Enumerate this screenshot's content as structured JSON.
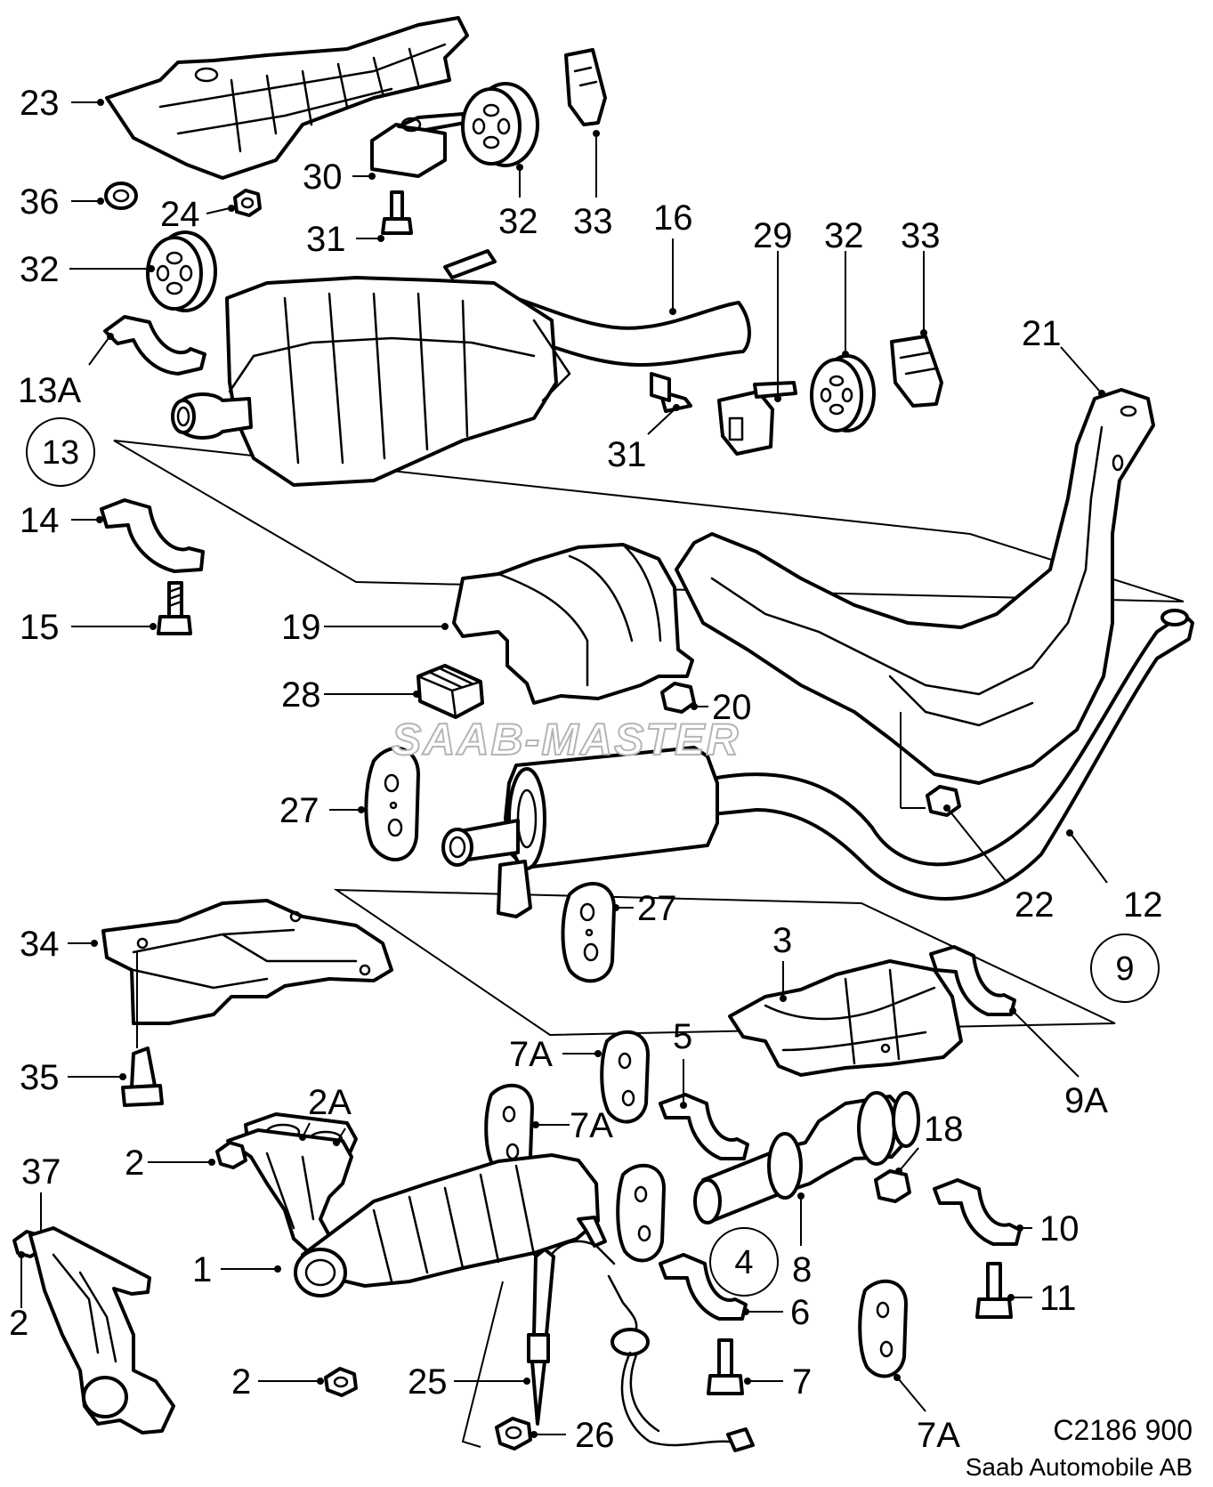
{
  "diagram": {
    "watermark": "SAAB-MASTER",
    "drawing_code": "C2186 900",
    "copyright": "Saab Automobile AB",
    "callouts": [
      {
        "id": "23",
        "text": "23"
      },
      {
        "id": "36",
        "text": "36"
      },
      {
        "id": "24",
        "text": "24"
      },
      {
        "id": "30",
        "text": "30"
      },
      {
        "id": "31a",
        "text": "31"
      },
      {
        "id": "32a",
        "text": "32"
      },
      {
        "id": "33a",
        "text": "33"
      },
      {
        "id": "16",
        "text": "16"
      },
      {
        "id": "32b",
        "text": "32"
      },
      {
        "id": "13A",
        "text": "13A"
      },
      {
        "id": "29",
        "text": "29"
      },
      {
        "id": "32c",
        "text": "32"
      },
      {
        "id": "33b",
        "text": "33"
      },
      {
        "id": "21",
        "text": "21"
      },
      {
        "id": "31b",
        "text": "31"
      },
      {
        "id": "14",
        "text": "14"
      },
      {
        "id": "15",
        "text": "15"
      },
      {
        "id": "19",
        "text": "19"
      },
      {
        "id": "28",
        "text": "28"
      },
      {
        "id": "20",
        "text": "20"
      },
      {
        "id": "27a",
        "text": "27"
      },
      {
        "id": "27b",
        "text": "27"
      },
      {
        "id": "22",
        "text": "22"
      },
      {
        "id": "12",
        "text": "12"
      },
      {
        "id": "34",
        "text": "34"
      },
      {
        "id": "3",
        "text": "3"
      },
      {
        "id": "35",
        "text": "35"
      },
      {
        "id": "7Aa",
        "text": "7A"
      },
      {
        "id": "5",
        "text": "5"
      },
      {
        "id": "9A",
        "text": "9A"
      },
      {
        "id": "2A",
        "text": "2A"
      },
      {
        "id": "7Ab",
        "text": "7A"
      },
      {
        "id": "2a",
        "text": "2"
      },
      {
        "id": "18",
        "text": "18"
      },
      {
        "id": "37",
        "text": "37"
      },
      {
        "id": "10",
        "text": "10"
      },
      {
        "id": "1",
        "text": "1"
      },
      {
        "id": "8",
        "text": "8"
      },
      {
        "id": "11",
        "text": "11"
      },
      {
        "id": "6",
        "text": "6"
      },
      {
        "id": "2b",
        "text": "2"
      },
      {
        "id": "2c",
        "text": "2"
      },
      {
        "id": "25",
        "text": "25"
      },
      {
        "id": "7Ac",
        "text": "7A"
      },
      {
        "id": "7",
        "text": "7"
      },
      {
        "id": "26",
        "text": "26"
      }
    ],
    "circled": [
      {
        "id": "13",
        "text": "13"
      },
      {
        "id": "9",
        "text": "9"
      },
      {
        "id": "4",
        "text": "4"
      }
    ]
  }
}
